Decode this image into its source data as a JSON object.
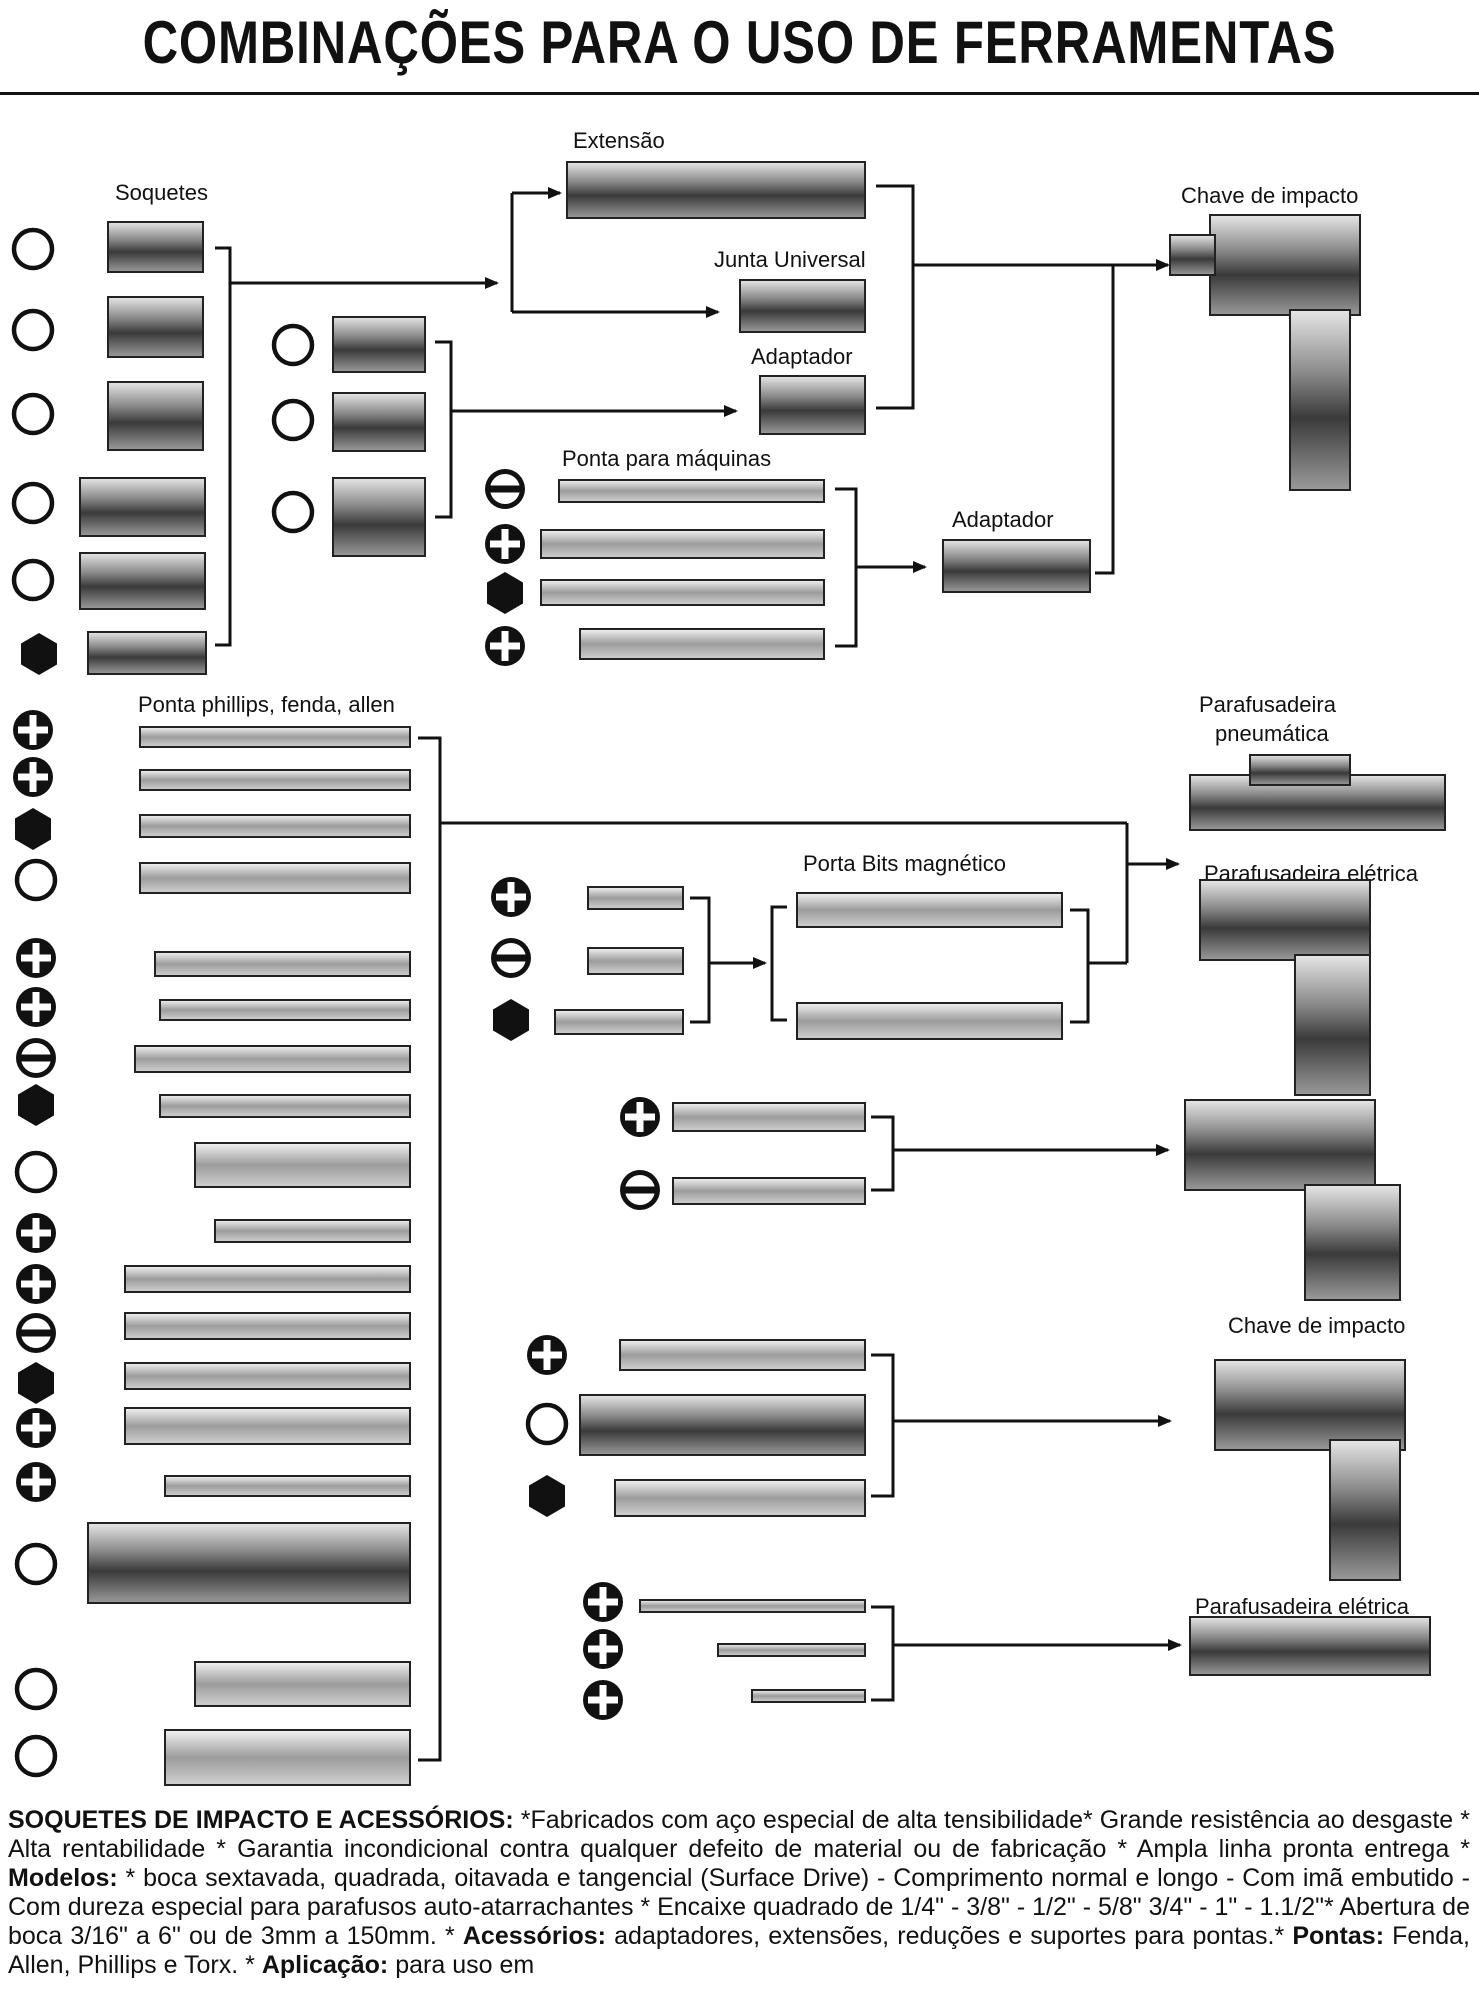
{
  "title": "COMBINAÇÕES PARA O USO DE FERRAMENTAS",
  "labels": {
    "soquetes": "Soquetes",
    "extensao": "Extensão",
    "junta_universal": "Junta Universal",
    "adaptador_1": "Adaptador",
    "ponta_maquinas": "Ponta para máquinas",
    "adaptador_2": "Adaptador",
    "chave_impacto_1": "Chave de impacto",
    "ponta_phillips": "Ponta phillips, fenda, allen",
    "parafusadeira_pneumatica_1": "Parafusadeira",
    "parafusadeira_pneumatica_2": "pneumática",
    "porta_bits": "Porta Bits magnético",
    "parafusadeira_eletrica_1": "Parafusadeira elétrica",
    "chave_impacto_2": "Chave de impacto",
    "parafusadeira_eletrica_2": "Parafusadeira elétrica"
  },
  "footer": {
    "heading": "SOQUETES DE IMPACTO E ACESSÓRIOS:",
    "text_1": " *Fabricados com aço especial de alta tensibilidade* Grande resistência ao desgaste * Alta rentabilidade * Garantia incondicional contra qualquer defeito de material ou de fabricação * Ampla linha pronta entrega * ",
    "modelos_label": "Modelos:",
    "text_2": " * boca sextavada, quadrada, oitavada e tangencial (Surface Drive) - Comprimento normal e longo - Com imã embutido - Com dureza especial para parafusos auto-atarrachantes * Encaixe quadrado de 1/4\" - 3/8\" - 1/2\" - 5/8\" 3/4\" - 1\" - 1.1/2\"* Abertura de boca 3/16\" a 6\" ou de 3mm a 150mm. * ",
    "acessorios_label": "Acessórios:",
    "text_3": " adaptadores, extensões, reduções e suportes para pontas.* ",
    "pontas_label": "Pontas:",
    "text_4": " Fenda, Allen, Phillips e Torx. * ",
    "aplicacao_label": "Aplicação:",
    "text_5": " para uso em"
  }
}
